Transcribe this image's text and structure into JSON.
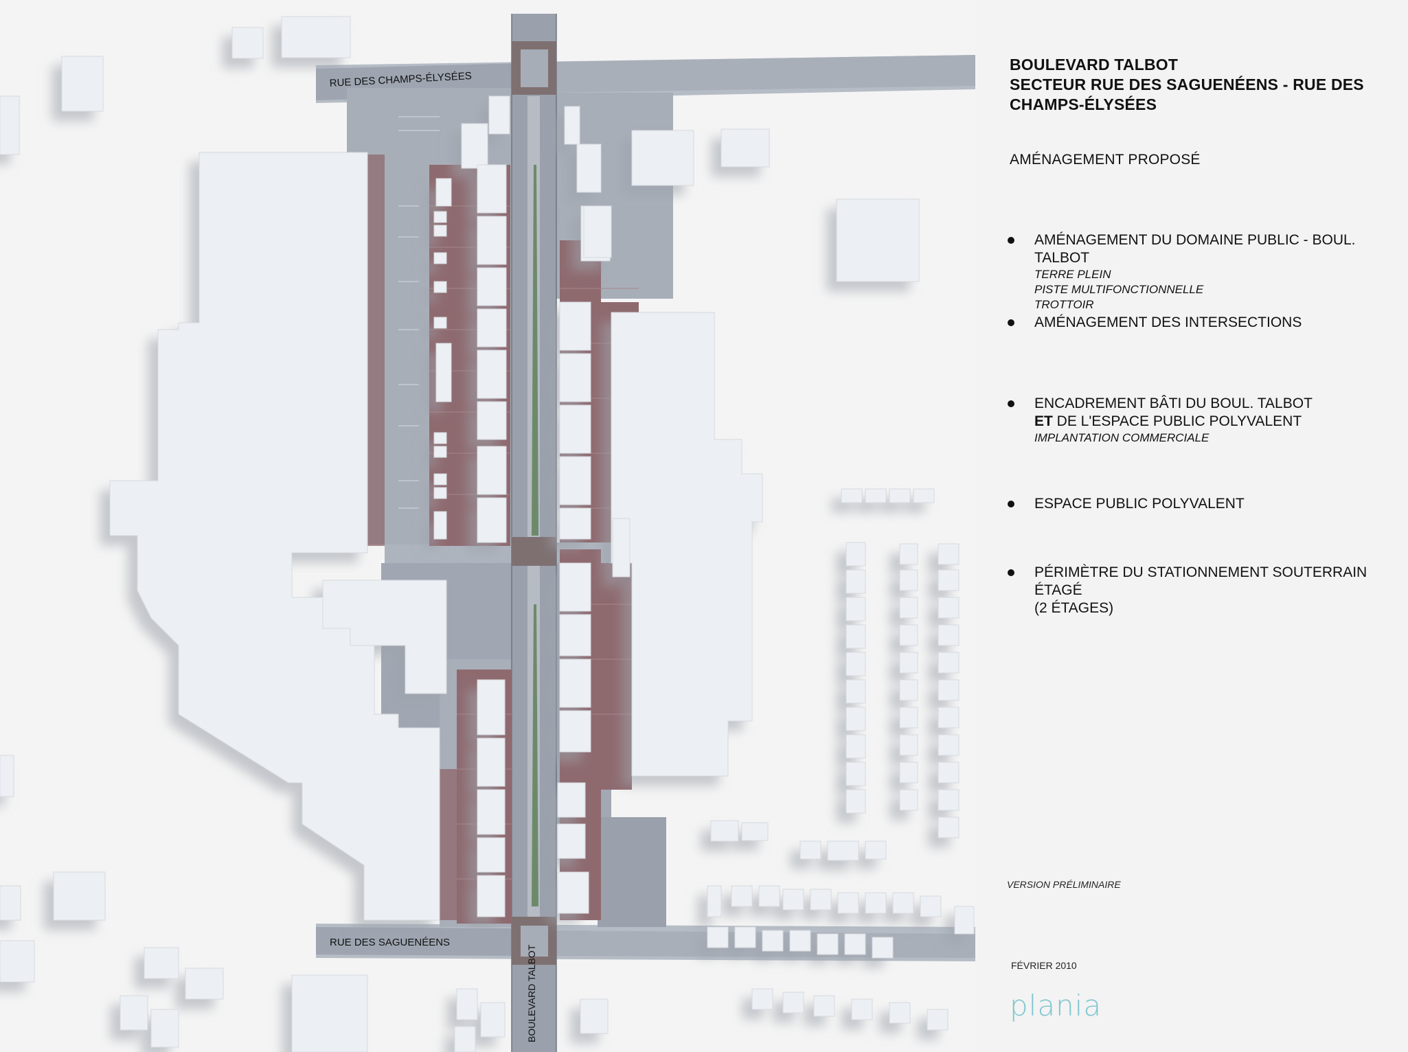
{
  "title_lines": [
    "BOULEVARD TALBOT",
    "SECTEUR RUE DES SAGUENÉENS - RUE DES",
    "CHAMPS-ÉLYSÉES"
  ],
  "subtitle": "AMÉNAGEMENT PROPOSÉ",
  "legend": [
    {
      "label": "AMÉNAGEMENT DU DOMAINE PUBLIC - BOUL. TALBOT",
      "sub": [
        "TERRE PLEIN",
        "PISTE MULTIFONCTIONNELLE",
        "TROTTOIR"
      ]
    },
    {
      "label": "AMÉNAGEMENT DES INTERSECTIONS",
      "sub": []
    },
    {
      "label": "ENCADREMENT BÂTI DU BOUL. TALBOT",
      "label2_bold": "ET",
      "label2_rest": " DE L'ESPACE PUBLIC POLYVALENT",
      "sub": [
        "IMPLANTATION COMMERCIALE"
      ]
    },
    {
      "label": "ESPACE PUBLIC POLYVALENT",
      "sub": []
    },
    {
      "label": "PÉRIMÈTRE DU STATIONNEMENT SOUTERRAIN ÉTAGÉ",
      "label2_rest": "(2 ÉTAGES)",
      "sub": []
    }
  ],
  "version": "VERSION PRÉLIMINAIRE",
  "date": "FÉVRIER 2010",
  "logo": "plania",
  "street_labels": {
    "champs_elysees": "RUE DES CHAMPS-ÉLYSÉES",
    "sagueneens": "RUE DES SAGUENÉENS",
    "talbot": "BOULEVARD TALBOT"
  },
  "colors": {
    "building": "#eceff3",
    "building_shadow": "#c9ccd3",
    "road": "#9aa1ac",
    "parking": "#a6adb8",
    "plaza": "#8e6a6f",
    "median": "#6c8a6a",
    "logo": "#7fc6cf"
  }
}
